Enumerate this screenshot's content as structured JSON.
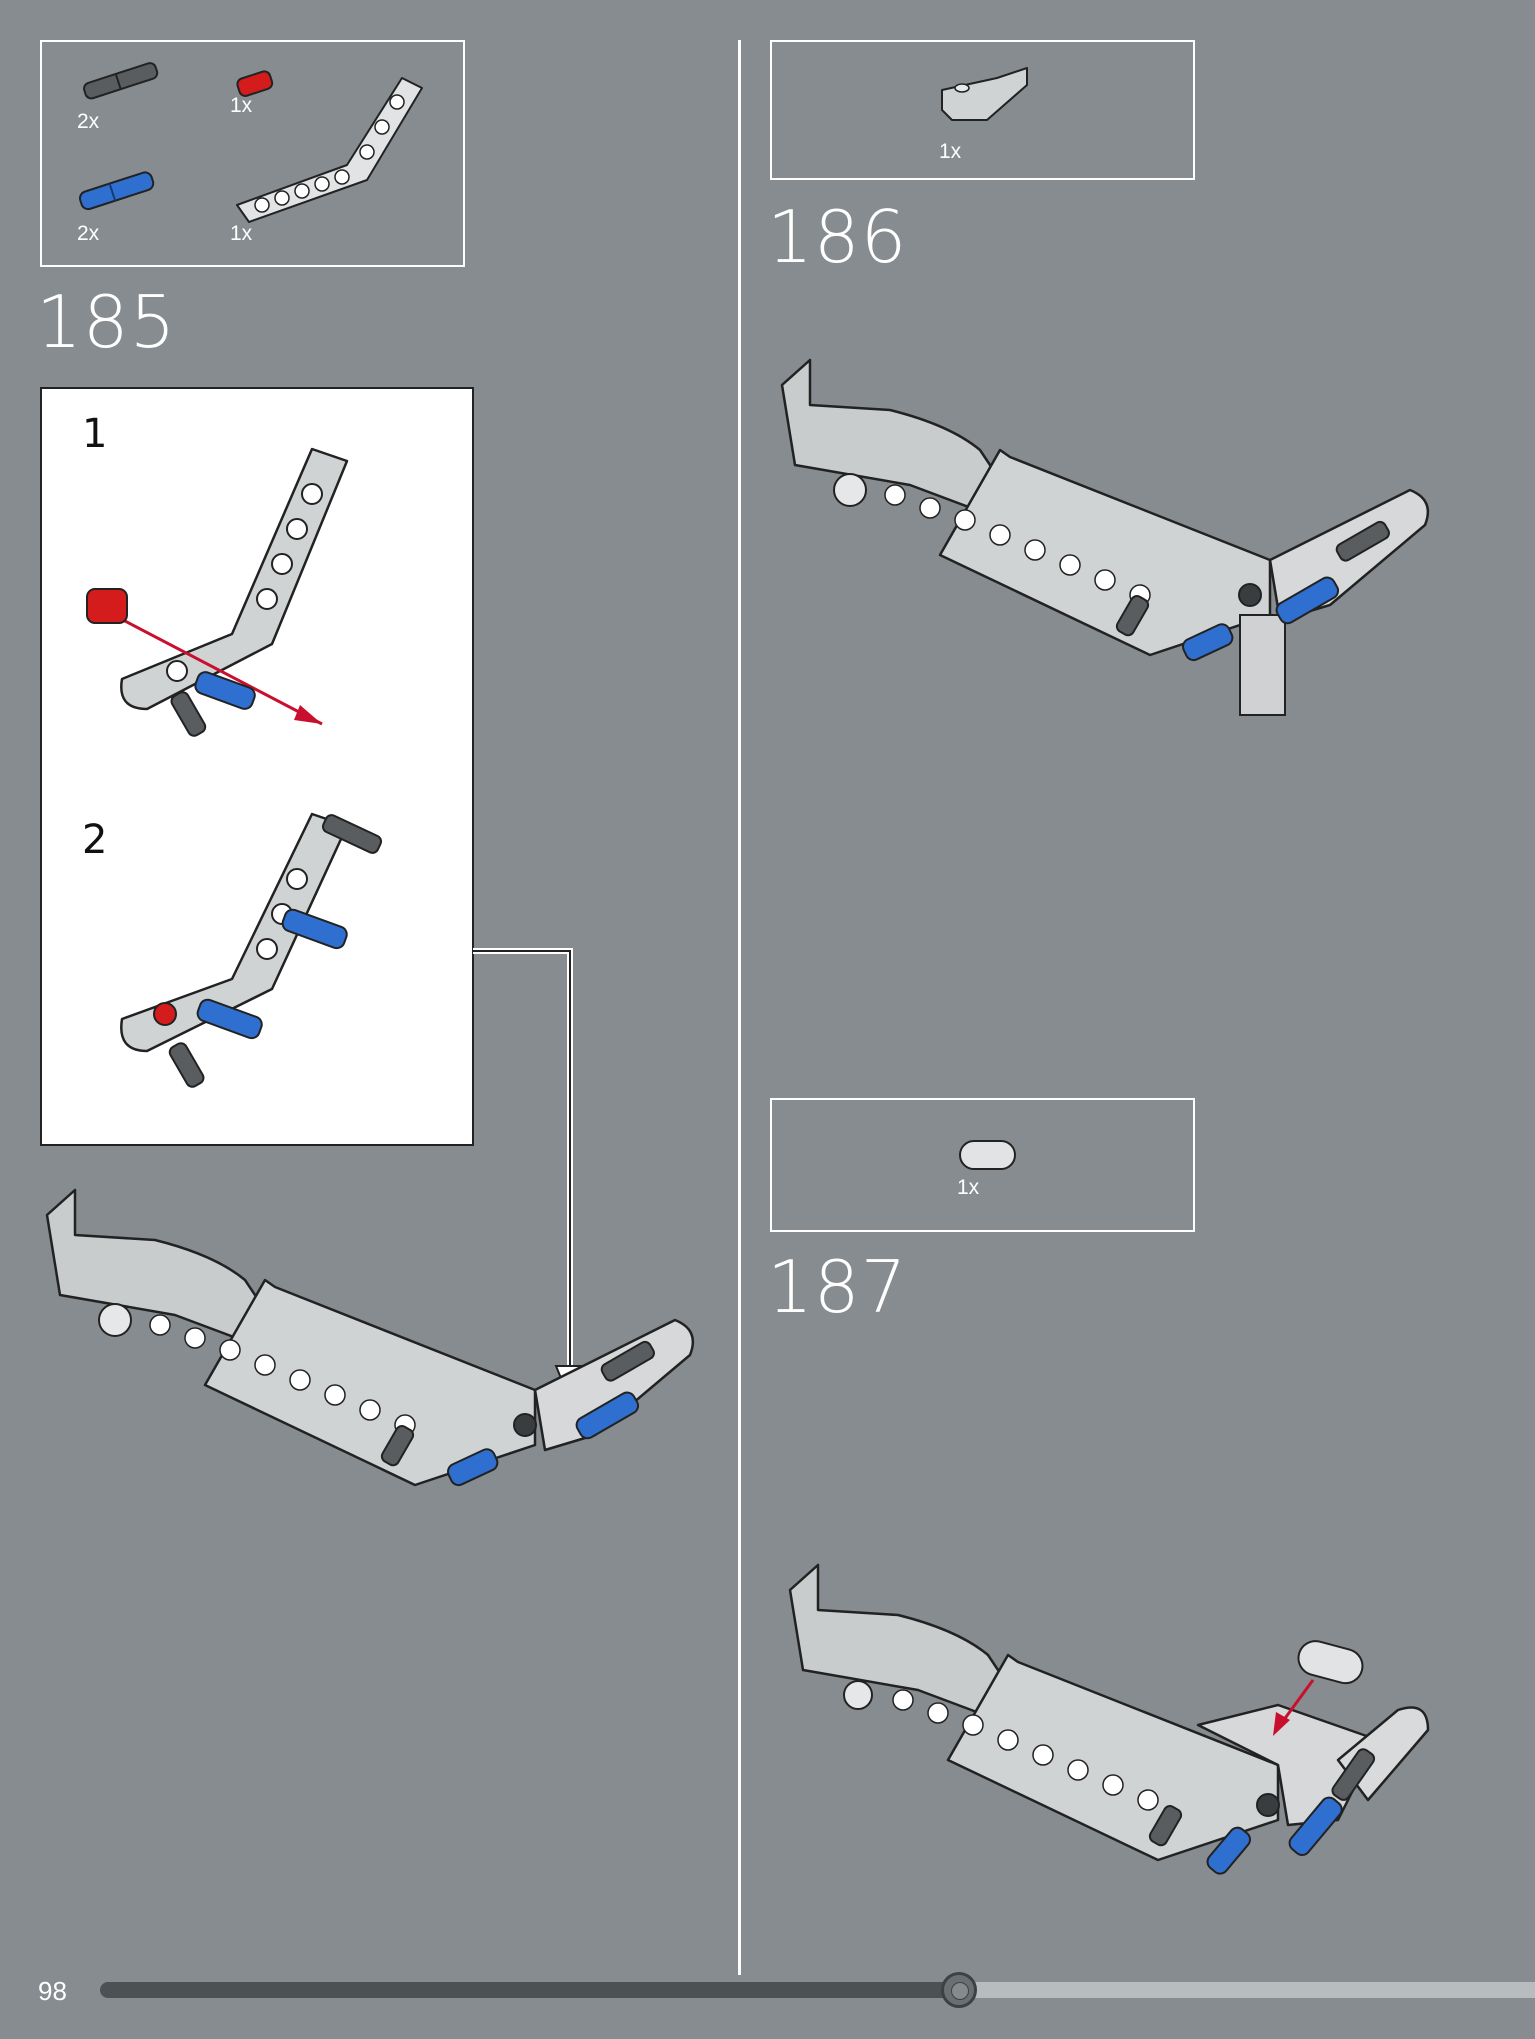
{
  "page": {
    "number": "98"
  },
  "steps": [
    {
      "number": "185",
      "parts": [
        {
          "name": "dark-gray-axle-pin",
          "qty": "2x"
        },
        {
          "name": "red-short-pin",
          "qty": "1x"
        },
        {
          "name": "blue-axle-pin",
          "qty": "2x"
        },
        {
          "name": "bent-liftarm",
          "qty": "1x"
        }
      ],
      "substeps": [
        "1",
        "2"
      ]
    },
    {
      "number": "186",
      "parts": [
        {
          "name": "slope-brick",
          "qty": "1x"
        }
      ]
    },
    {
      "number": "187",
      "parts": [
        {
          "name": "tile-round-end",
          "qty": "1x"
        }
      ]
    }
  ],
  "colors": {
    "background": "#868c8f",
    "part_gray": "#d0d3d4",
    "pin_blue": "#2f6fd0",
    "pin_red": "#d41c1c",
    "pin_dark": "#5a5d5f",
    "arrow_red": "#c8102e"
  }
}
